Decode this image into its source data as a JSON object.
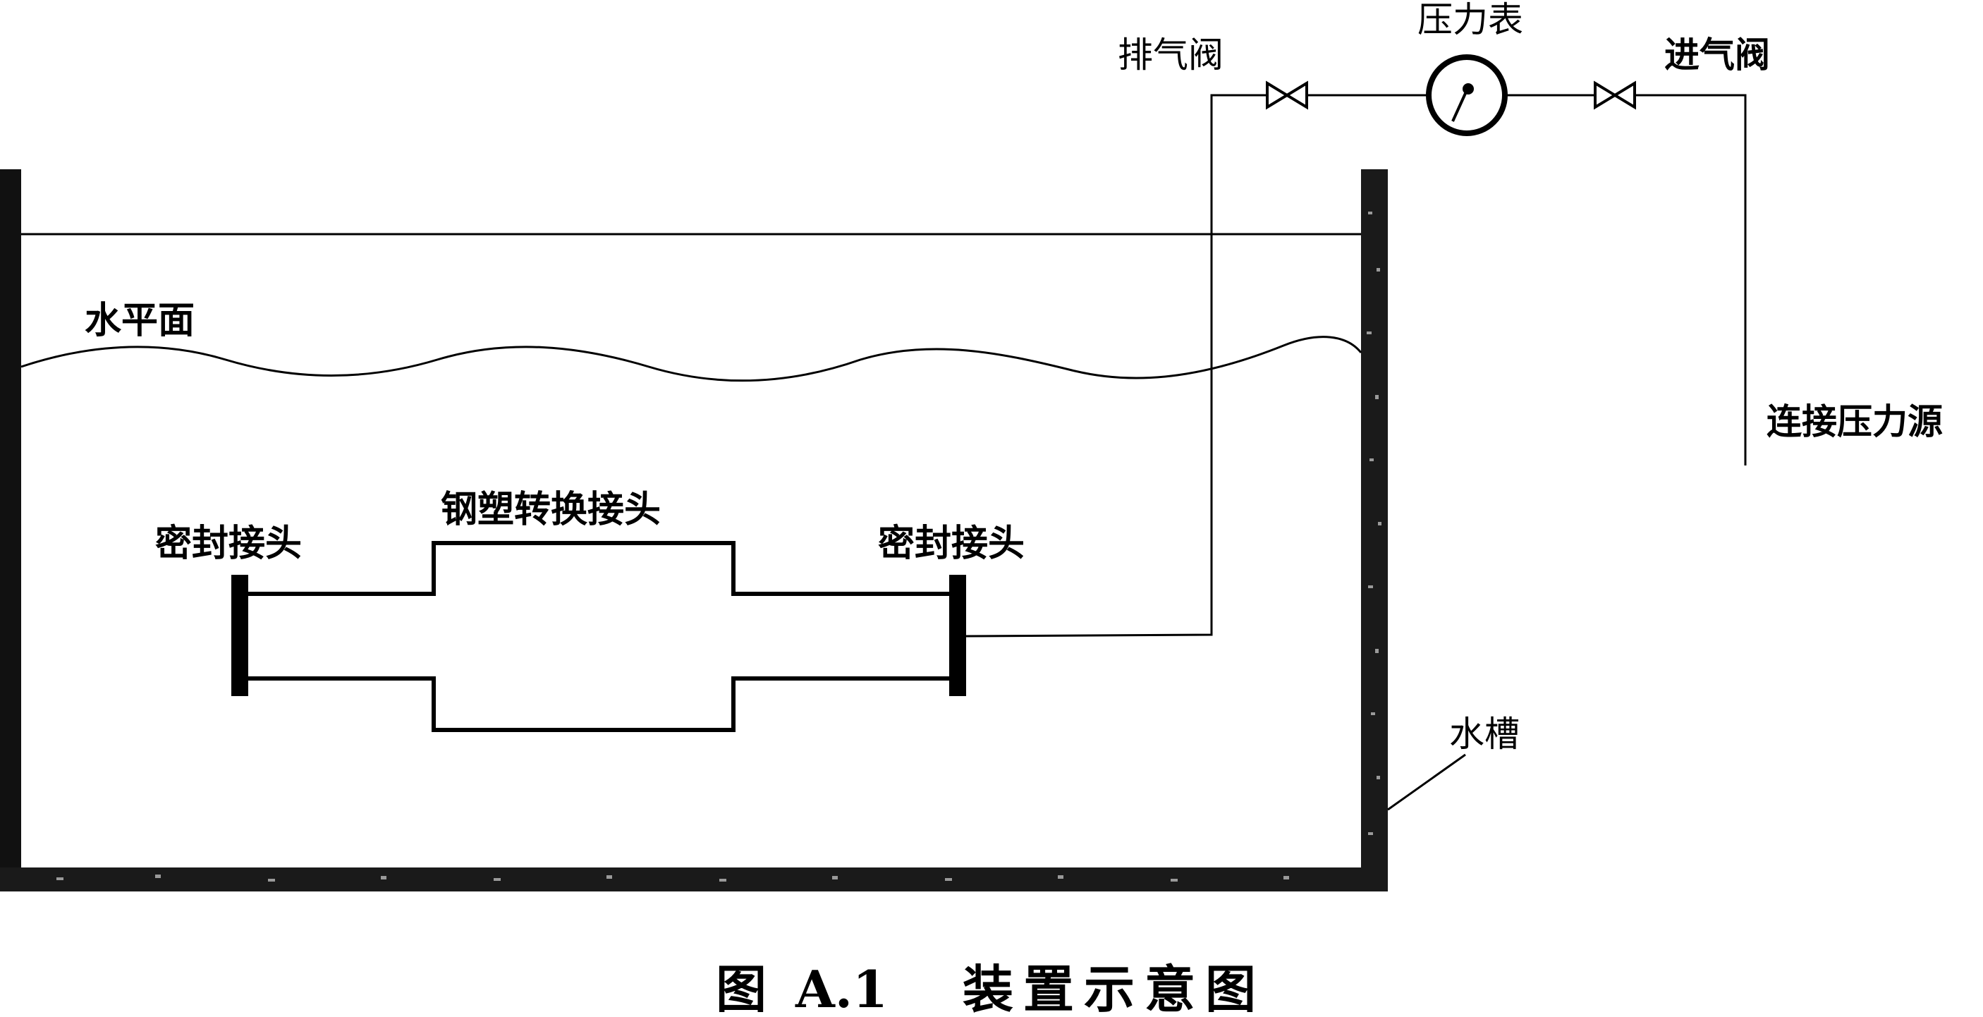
{
  "labels": {
    "exhaust_valve": "排气阀",
    "pressure_gauge": "压力表",
    "inlet_valve": "进气阀",
    "pressure_source": "连接压力源",
    "water_level": "水平面",
    "seal_joint_left": "密封接头",
    "transition_joint": "钢塑转换接头",
    "seal_joint_right": "密封接头",
    "water_tank": "水槽"
  },
  "caption": {
    "prefix": "图",
    "number": "A.1",
    "title": "装置示意图"
  }
}
